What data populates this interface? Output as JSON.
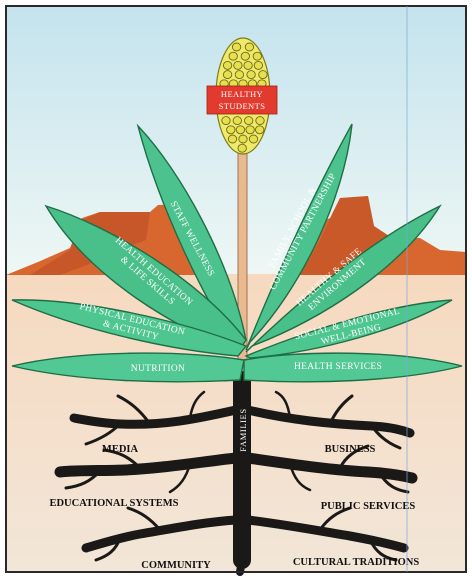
{
  "flower": {
    "line1": "HEALTHY",
    "line2": "STUDENTS"
  },
  "leaves": {
    "staff": [
      "STAFF WELLNESS"
    ],
    "health_ed": [
      "HEALTH EDUCATION",
      "& LIFE SKILLS"
    ],
    "family": [
      "FAMILY, SCHOOL &",
      "COMMUNITY PARTNERSHIP"
    ],
    "safe_env": [
      "HEALTHY & SAFE",
      "ENVIRONMENT"
    ],
    "pe": [
      "PHYSICAL EDUCATION",
      "& ACTIVITY"
    ],
    "social": [
      "SOCIAL & EMOTIONAL",
      "WELL-BEING"
    ],
    "nutrition": [
      "NUTRITION"
    ],
    "health_services": [
      "HEALTH SERVICES"
    ]
  },
  "stem_label": "FAMILIES",
  "roots": {
    "media": "MEDIA",
    "business": "BUSINESS",
    "educational_systems": "EDUCATIONAL SYSTEMS",
    "public_services": "PUBLIC SERVICES",
    "community": "COMMUNITY",
    "cultural_traditions": "CULTURAL TRADITIONS"
  },
  "colors": {
    "sky_top": "#c9e6f0",
    "sky_bottom": "#eef6f4",
    "mesa": "#d9662e",
    "mesa_shadow": "#b84a22",
    "ground": "#f3dfc9",
    "leaf": "#4cc38e",
    "leaf_dark": "#2f8f5f",
    "stem": "#e7b58c",
    "flower": "#e8e25a",
    "badge": "#e23a2e",
    "roots": "#1c1a18",
    "frame": "#2a2a2a"
  }
}
